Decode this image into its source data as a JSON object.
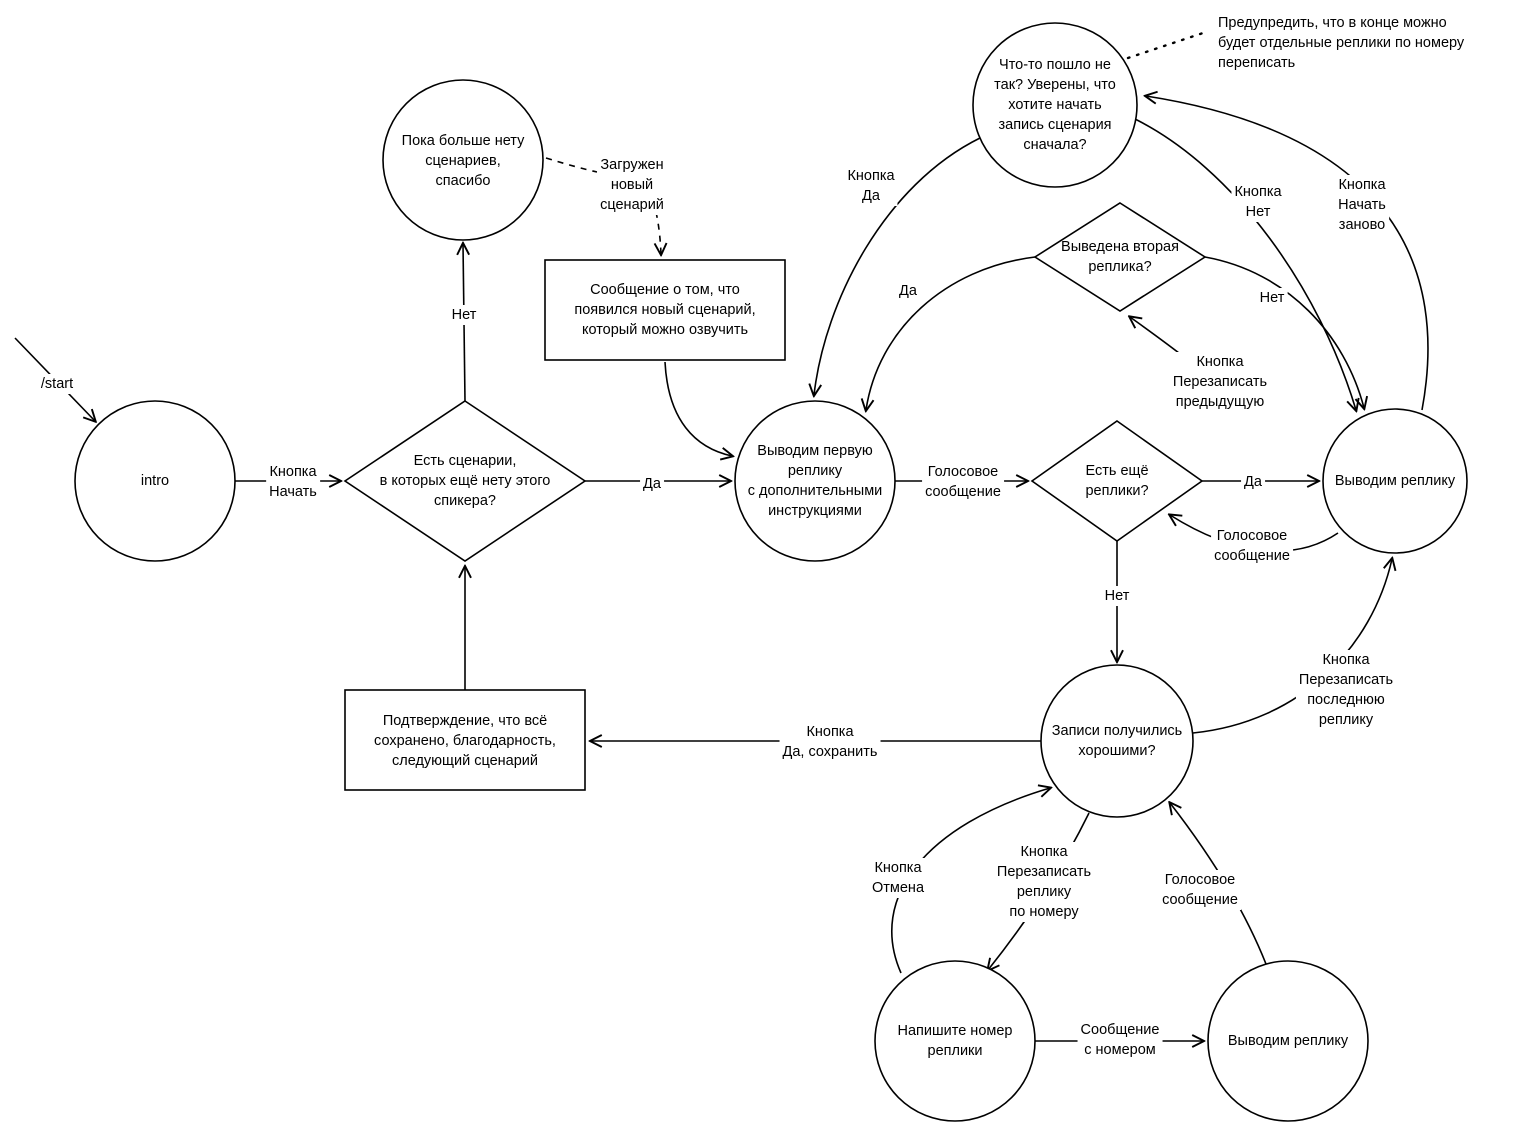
{
  "colors": {
    "stroke": "#000000",
    "background": "#ffffff"
  },
  "nodes": {
    "intro": {
      "label": "intro"
    },
    "scenarios_exist": {
      "label": "Есть сценарии,\nв которых ещё нету этого\nспикера?"
    },
    "no_more_scenarios": {
      "label": "Пока больше нету\nсценариев,\nспасибо"
    },
    "new_scenario_message": {
      "label": "Сообщение о том, что\nпоявился новый сценарий,\nкоторый можно озвучить"
    },
    "first_line": {
      "label": "Выводим первую\nреплику\nс дополнительными\nинструкциями"
    },
    "more_lines": {
      "label": "Есть ещё\nреплики?"
    },
    "output_line": {
      "label": "Выводим реплику"
    },
    "second_line_shown": {
      "label": "Выведена вторая\nреплика?"
    },
    "something_wrong": {
      "label": "Что-то пошло не\nтак? Уверены, что\nхотите начать\nзапись сценария\nсначала?"
    },
    "recordings_good": {
      "label": "Записи получились\nхорошими?"
    },
    "confirm_saved": {
      "label": "Подтверждение, что всё\nсохранено, благодарность,\nследующий сценарий"
    },
    "write_number": {
      "label": "Напишите номер\nреплики"
    },
    "output_line_by_number": {
      "label": "Выводим реплику"
    }
  },
  "edges": {
    "start": {
      "label": "/start"
    },
    "btn_start": {
      "label": "Кнопка\nНачать"
    },
    "no_scenarios_left": {
      "label": "Нет"
    },
    "new_scenario_loaded": {
      "label": "Загружен\nновый\nсценарий"
    },
    "scenarios_yes": {
      "label": "Да"
    },
    "voice_message_1": {
      "label": "Голосовое\nсообщение"
    },
    "more_lines_yes": {
      "label": "Да"
    },
    "voice_message_2": {
      "label": "Голосовое\nсообщение"
    },
    "more_lines_no": {
      "label": "Нет"
    },
    "btn_yes": {
      "label": "Кнопка\nДа"
    },
    "second_line_yes": {
      "label": "Да"
    },
    "second_line_no": {
      "label": "Нет"
    },
    "btn_rerecord_previous": {
      "label": "Кнопка\nПерезаписать\nпредыдущую"
    },
    "btn_no": {
      "label": "Кнопка\nНет"
    },
    "btn_restart": {
      "label": "Кнопка\nНачать\nзаново"
    },
    "btn_rerecord_last": {
      "label": "Кнопка\nПерезаписать\nпоследнюю\nреплику"
    },
    "btn_save": {
      "label": "Кнопка\nДа, сохранить"
    },
    "btn_cancel": {
      "label": "Кнопка\nОтмена"
    },
    "btn_rerecord_by_number": {
      "label": "Кнопка\nПерезаписать\nреплику\nпо номеру"
    },
    "voice_message_3": {
      "label": "Голосовое\nсообщение"
    },
    "message_with_number": {
      "label": "Сообщение\nс номером"
    }
  },
  "annotation": {
    "text": "Предупредить, что в конце можно\nбудет отдельные реплики по номеру\nпереписать"
  }
}
